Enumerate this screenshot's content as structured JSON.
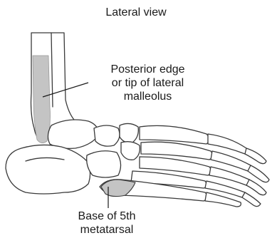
{
  "title": "Lateral view",
  "labels": {
    "malleolus": {
      "line1": "Posterior edge",
      "line2": "or tip of lateral",
      "line3": "malleolus"
    },
    "metatarsal": {
      "line1": "Base of 5th",
      "line2": "metatarsal"
    }
  },
  "colors": {
    "bone_stroke": "#3a3a3a",
    "bone_fill": "#ffffff",
    "highlight": "#c4c4c4",
    "text": "#1a1a1a"
  }
}
